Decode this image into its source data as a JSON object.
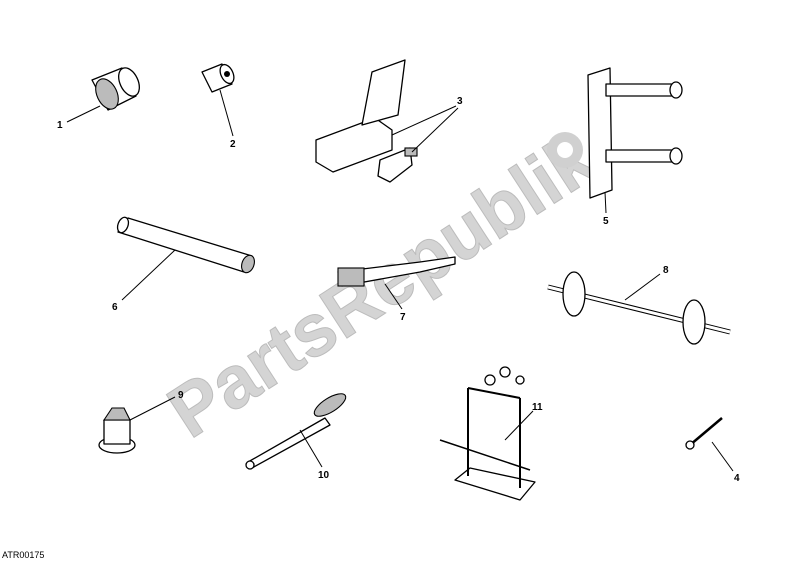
{
  "watermark": {
    "text": "PartsRepublik",
    "icon": "gear-icon",
    "color": "#d4d4d4"
  },
  "drawing_code": "ATR00175",
  "callouts": [
    {
      "id": "1",
      "label": "1"
    },
    {
      "id": "2",
      "label": "2"
    },
    {
      "id": "3",
      "label": "3"
    },
    {
      "id": "4",
      "label": "4"
    },
    {
      "id": "5",
      "label": "5"
    },
    {
      "id": "6",
      "label": "6"
    },
    {
      "id": "7",
      "label": "7"
    },
    {
      "id": "8",
      "label": "8"
    },
    {
      "id": "9",
      "label": "9"
    },
    {
      "id": "10",
      "label": "10"
    },
    {
      "id": "11",
      "label": "11"
    }
  ]
}
